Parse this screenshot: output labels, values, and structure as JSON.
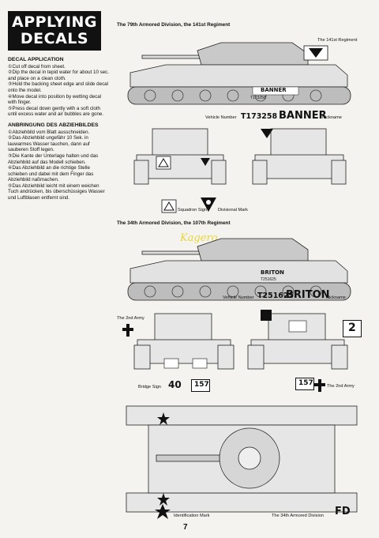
{
  "title_line1": "APPLYING",
  "title_line2": "DECALS",
  "en": {
    "heading": "DECAL APPLICATION",
    "steps": [
      "①Cut off decal from sheet.",
      "②Dip the decal in tepid water for about 10 sec. and place on a clean cloth.",
      "③Hold the backing sheet edge and slide decal onto the model.",
      "④Move decal into position by wetting decal with finger.",
      "⑤Press decal down gently with a soft cloth until excess water and air bubbles are gone."
    ]
  },
  "de": {
    "heading": "ANBRINGUNG DES ABZIEHBILDES",
    "steps": [
      "①Abziehbild vom Blatt ausschneiden.",
      "②Das Abziehbild ungefähr 10 Sek. in lauwarmes Wasser tauchen, dann auf sauberen Stoff legen.",
      "③Die Kante der Unterlage halten und das Abziehbild auf das Modell schieben.",
      "④Das Abziehbild an die richtige Stelle schieben und dabei mit dem Finger das Abziehbild naßmachen.",
      "⑤Das Abziehbild leicht mit einem weichen Tuch andrücken, bis überschüssiges Wasser und Luftblasen entfernt sind."
    ]
  },
  "section1": {
    "title": "The 79th Armored Division, the 141st Regiment",
    "regiment_label": "The 141st Regiment",
    "hull_name": "BANNER",
    "hull_number": "T173258",
    "vehicle_number_label": "Vehicle Number",
    "vehicle_number": "T173258",
    "nickname_value": "BANNER",
    "nickname_label": "Nickname",
    "squadron_label": "Squadron Sign",
    "divisional_label": "Divisional Mark"
  },
  "section2": {
    "title": "The 34th Armored Division, the 107th Regiment",
    "hull_name": "BRITON",
    "hull_number": "T251625",
    "vehicle_number_label": "Vehicle Number",
    "vehicle_number": "T251625",
    "nickname_value": "BRITON",
    "nickname_label": "Nickname",
    "army_label_left": "The 2nd Army",
    "army_label_right": "The 2nd Army",
    "bridge_label": "Bridge Sign",
    "bridge_value": "40",
    "tac_value": "157",
    "num_2": "2"
  },
  "section3": {
    "identification_label": "Identification Mark",
    "division_label": "The 34th Armored Division",
    "division_code": "FD"
  },
  "watermark": "Kagero",
  "page_number": "7"
}
